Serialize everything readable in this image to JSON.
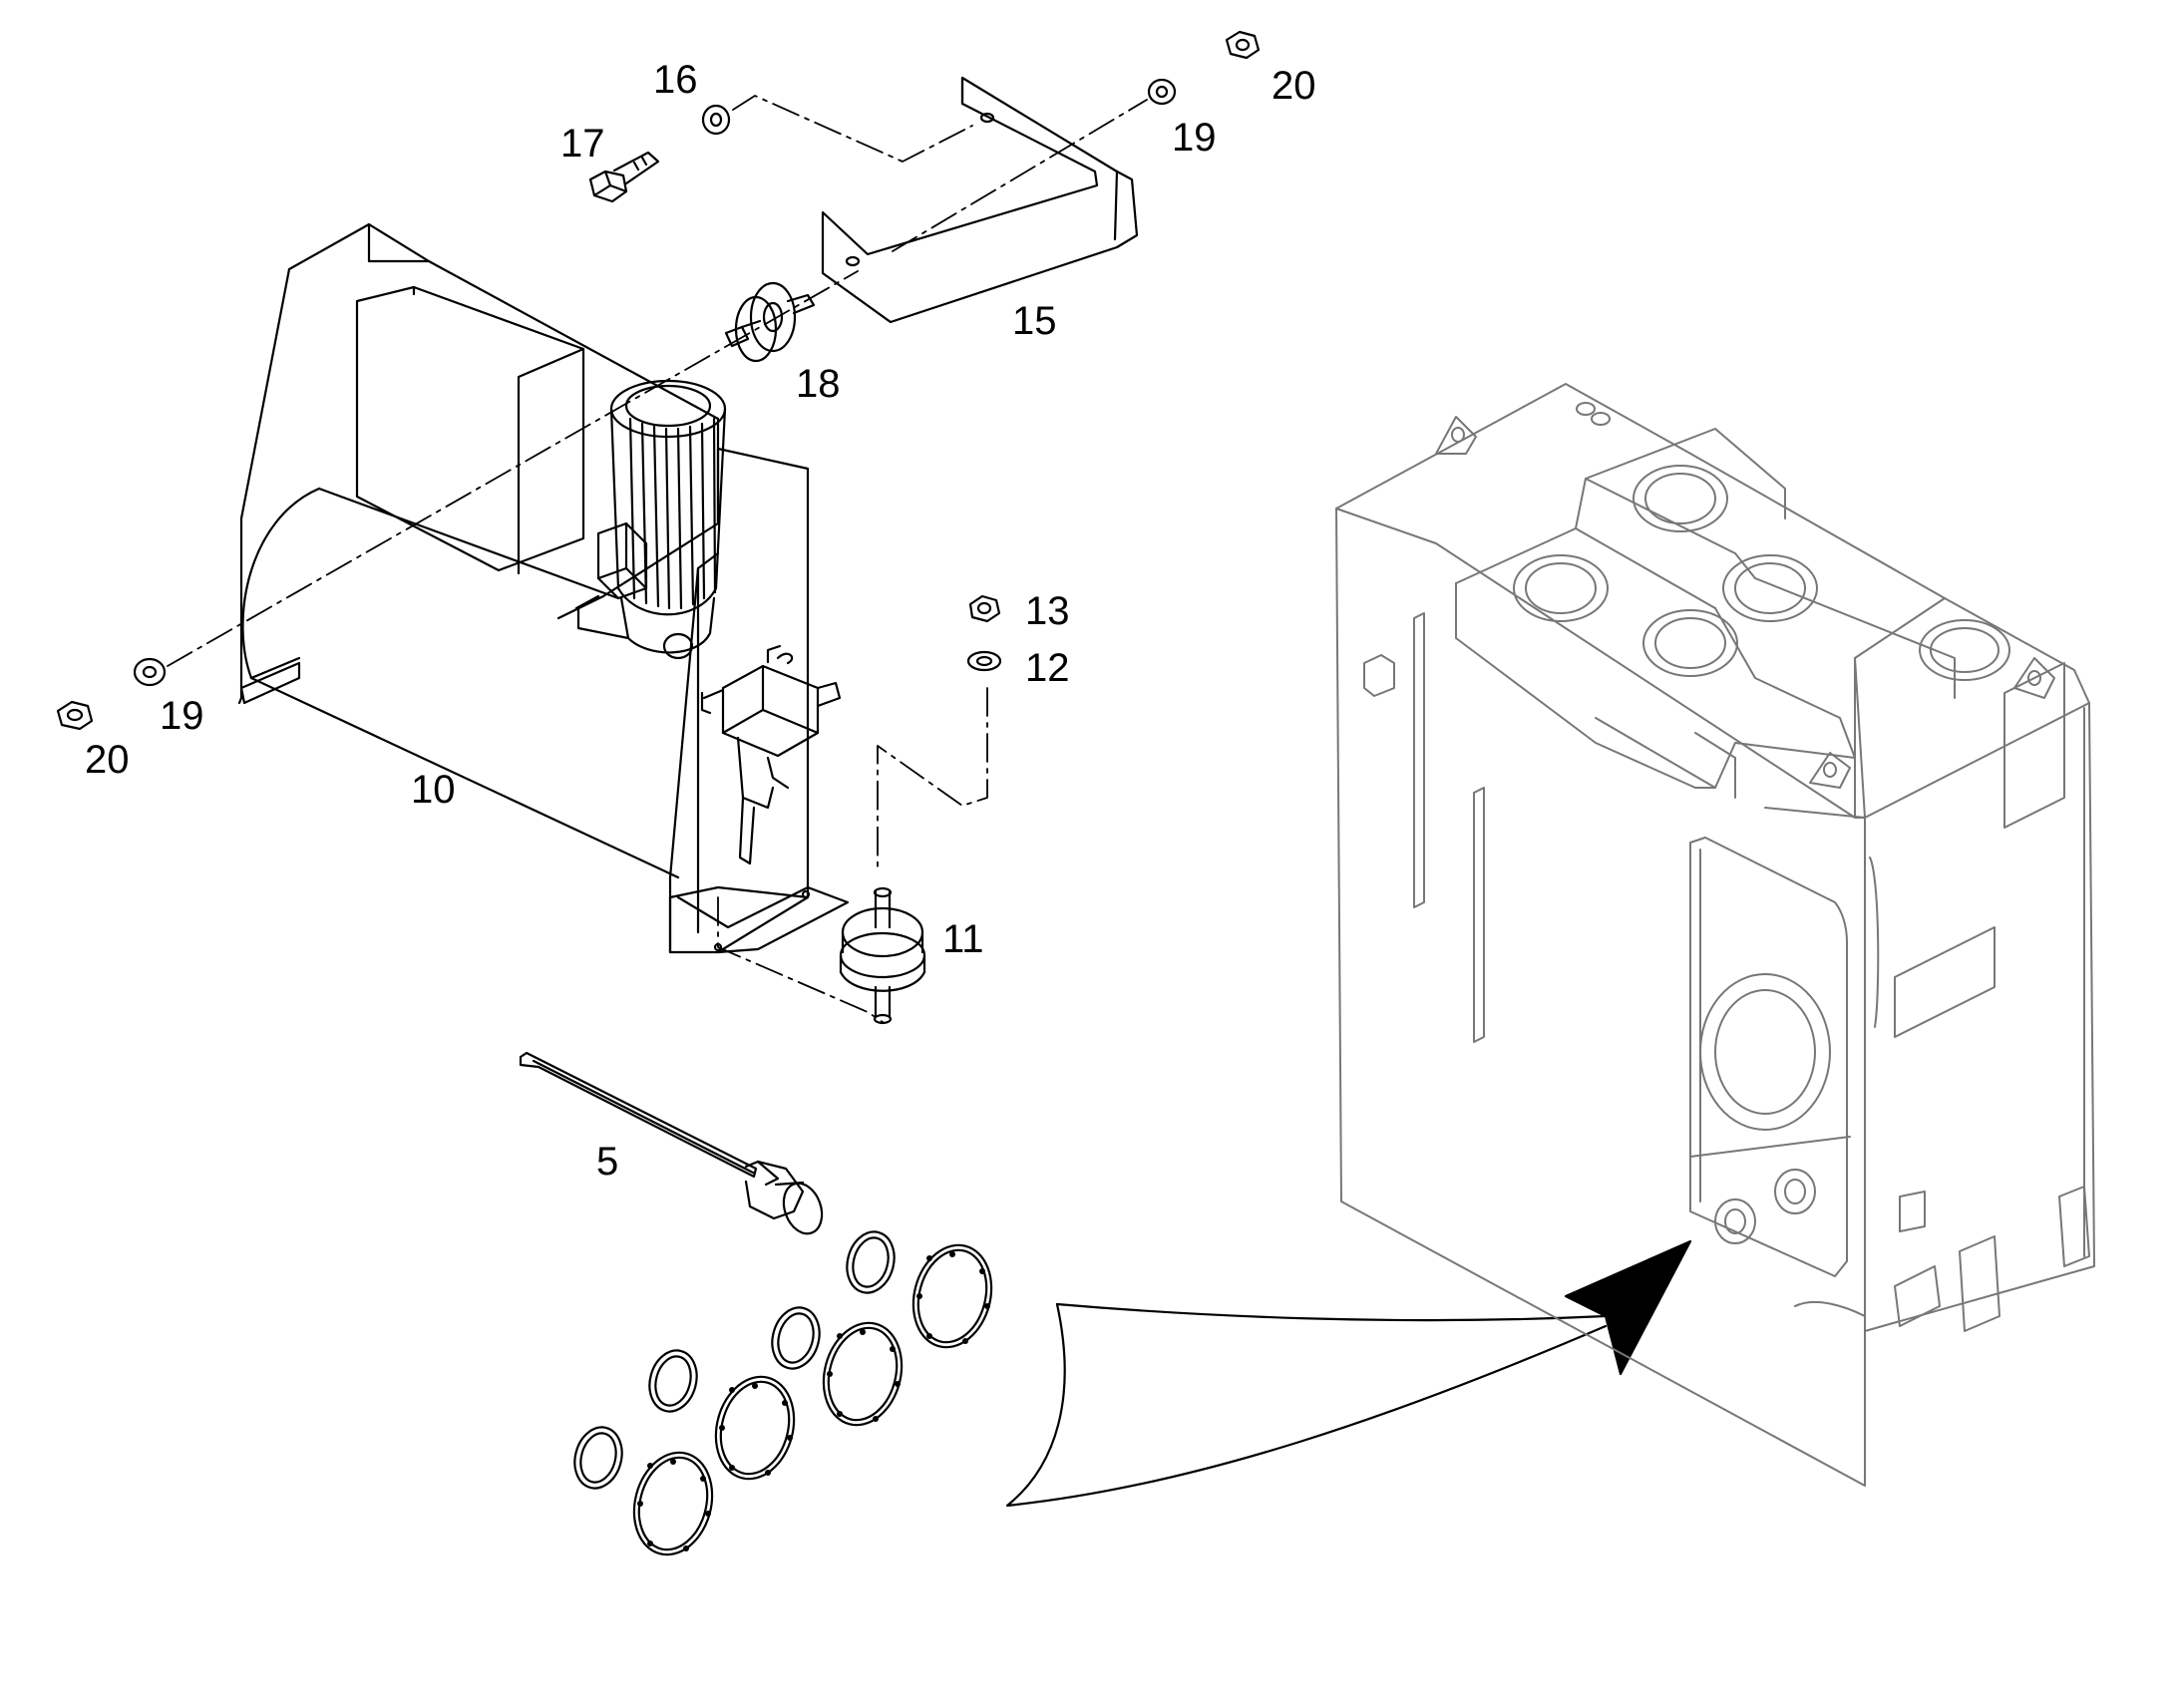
{
  "diagram": {
    "labels": {
      "p5": "5",
      "p10": "10",
      "p11": "11",
      "p12": "12",
      "p13": "13",
      "p15": "15",
      "p16": "16",
      "p17": "17",
      "p18": "18",
      "p19_left": "19",
      "p19_right": "19",
      "p20_left": "20",
      "p20_right": "20"
    },
    "colors": {
      "line": "#000000",
      "frame_line": "#777777",
      "background": "#ffffff"
    }
  }
}
